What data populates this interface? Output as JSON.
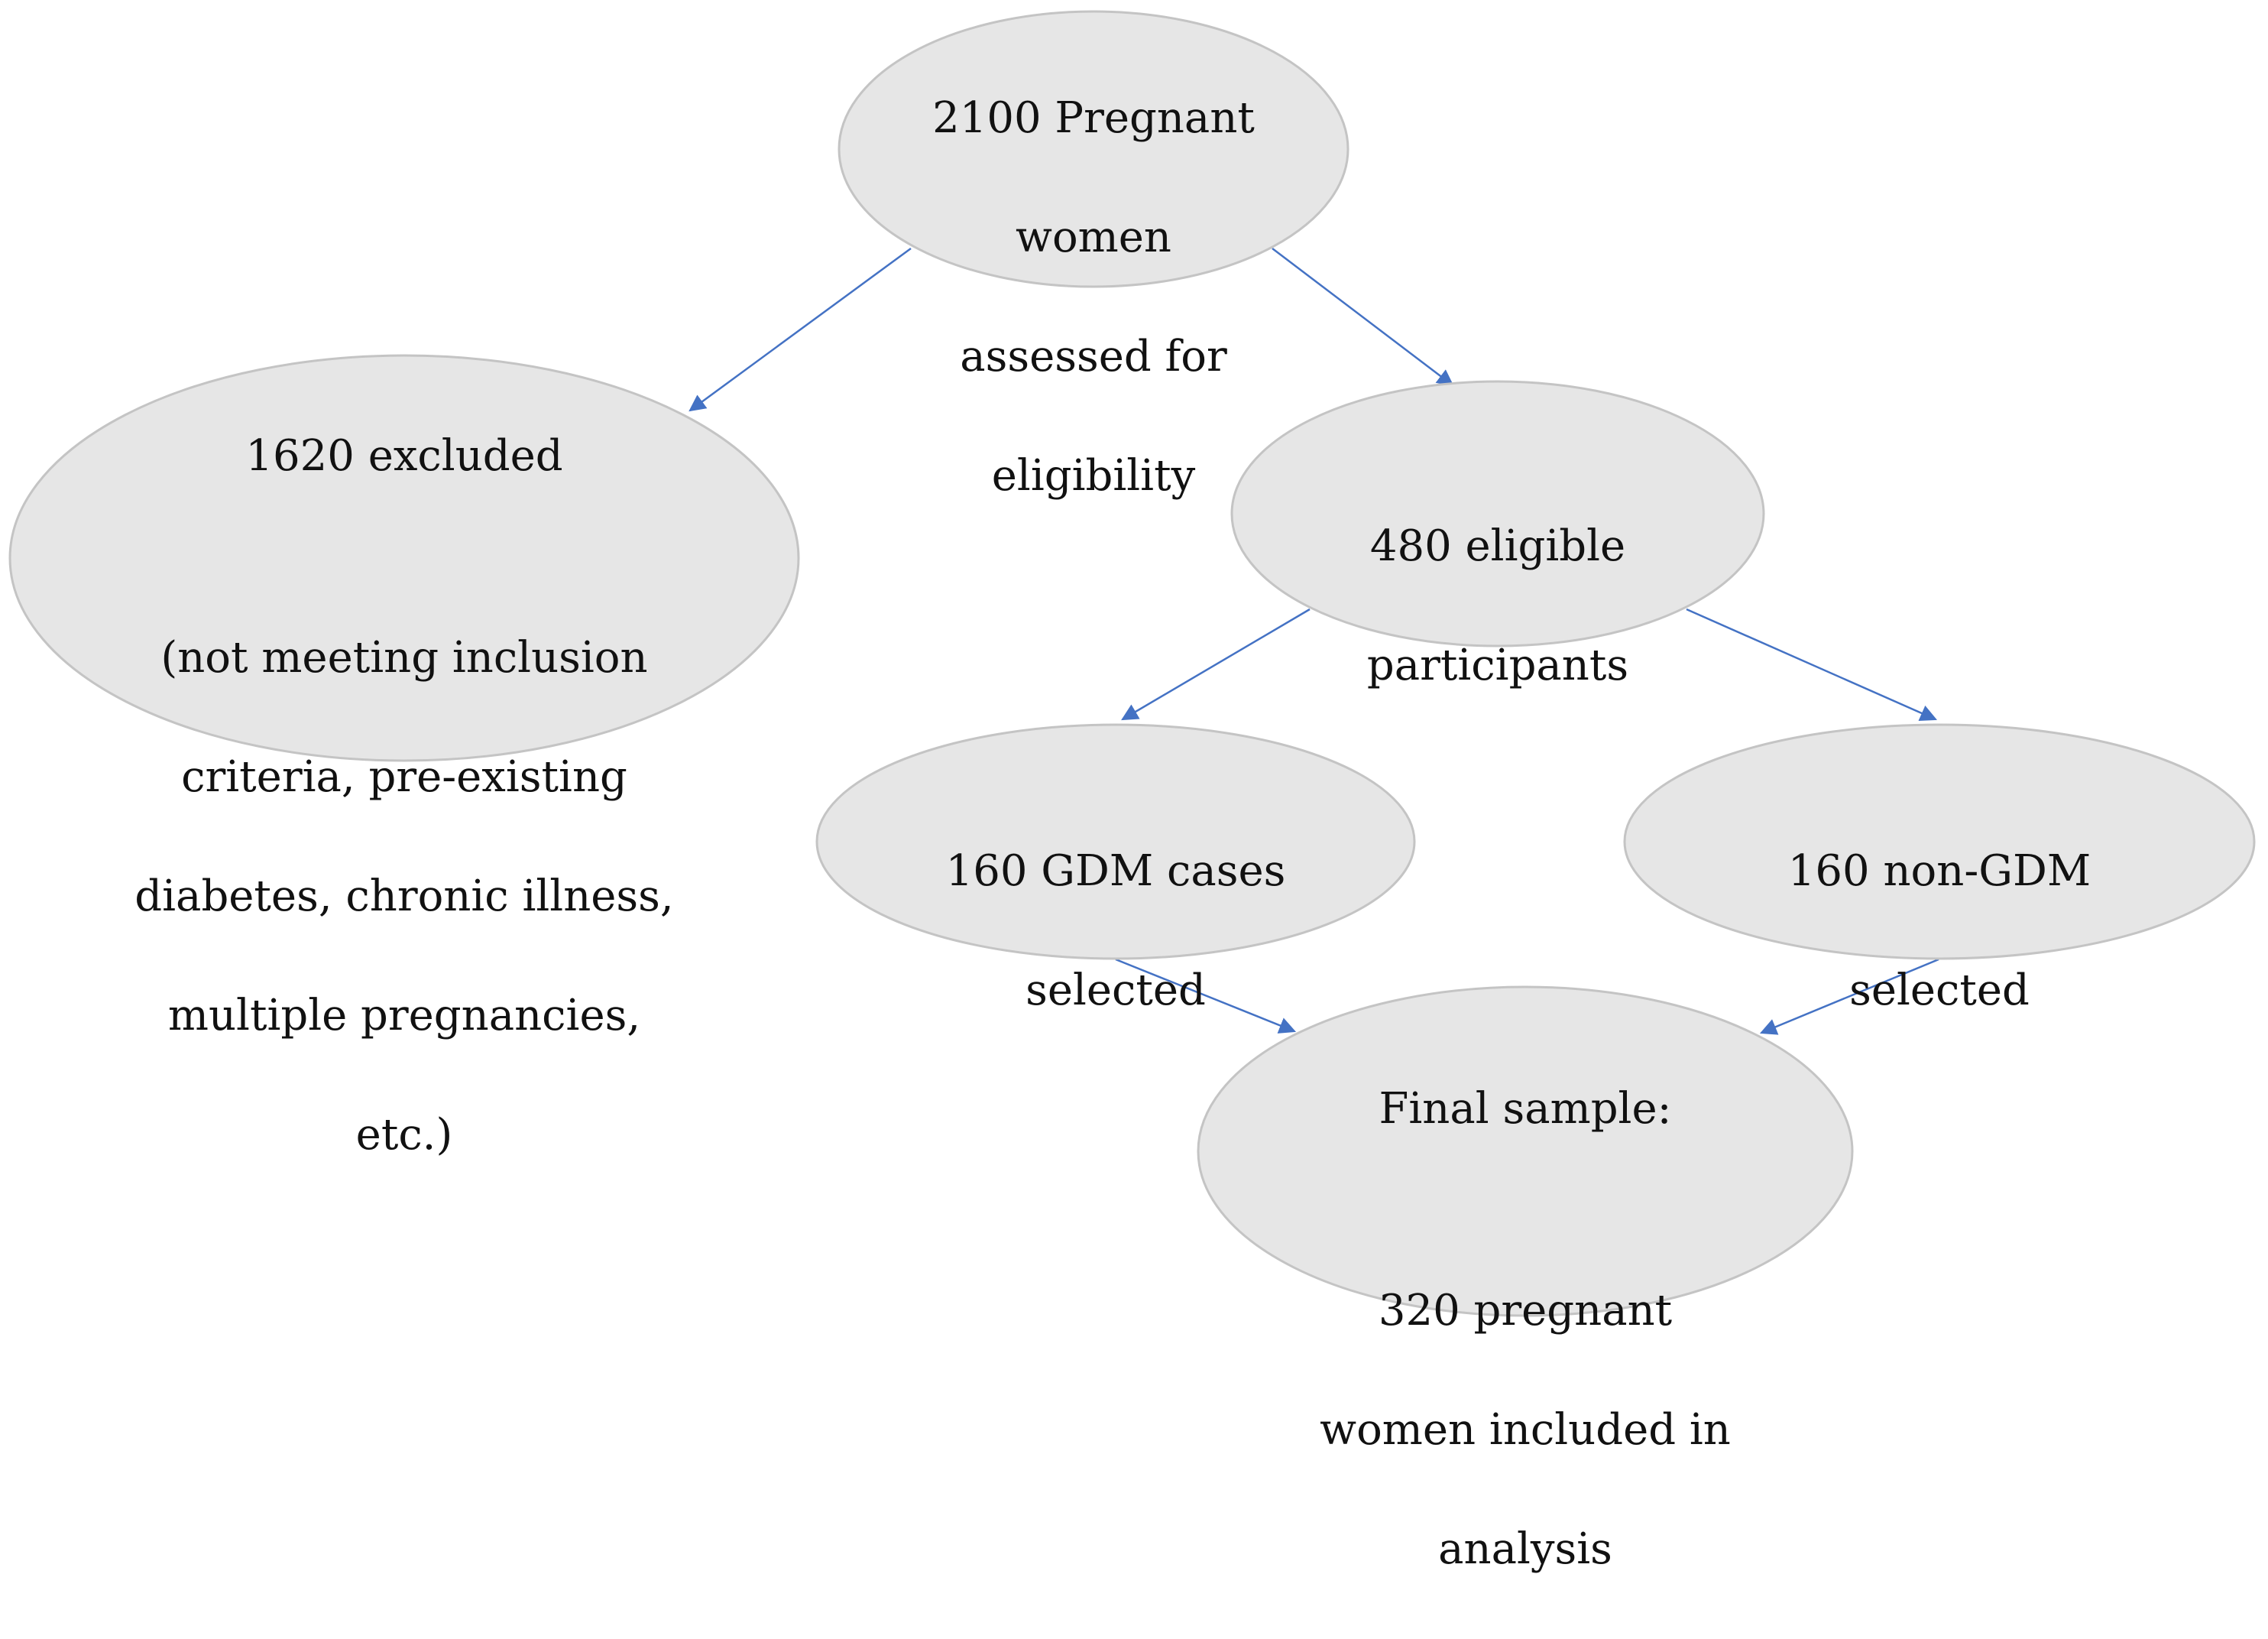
{
  "colors": {
    "node_fill": "#e6e6e6",
    "node_stroke": "#c4c4c4",
    "arrow": "#4472c4",
    "text": "#111111"
  },
  "nodes": {
    "assessed": {
      "lines": [
        "2100 Pregnant",
        "women",
        "assessed for",
        "eligibility"
      ]
    },
    "excluded": {
      "title": "1620 excluded",
      "lines": [
        "(not meeting inclusion",
        "criteria, pre-existing",
        "diabetes, chronic illness,",
        "multiple pregnancies,",
        "etc.)"
      ]
    },
    "eligible": {
      "lines": [
        "480 eligible",
        "participants"
      ]
    },
    "gdm": {
      "lines": [
        "160 GDM cases",
        "selected"
      ]
    },
    "non_gdm": {
      "lines": [
        "160 non-GDM",
        "selected"
      ]
    },
    "final": {
      "title": "Final sample:",
      "lines": [
        "320 pregnant",
        "women included in",
        "analysis"
      ]
    }
  }
}
